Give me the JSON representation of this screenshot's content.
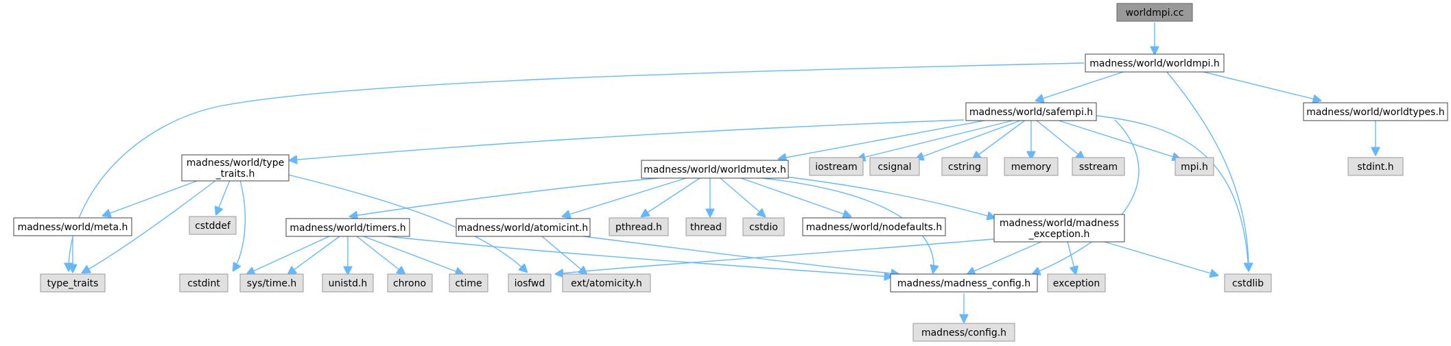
{
  "nodes": {
    "worldmpi_cc": "worldmpi.cc",
    "worldmpi_h": "madness/world/worldmpi.h",
    "safempi_h": "madness/world/safempi.h",
    "worldtypes_h": "madness/world/worldtypes.h",
    "stdint_h": "stdint.h",
    "type_traits_h_l1": "madness/world/type",
    "type_traits_h_l2": "_traits.h",
    "worldmutex_h": "madness/world/worldmutex.h",
    "iostream": "iostream",
    "csignal": "csignal",
    "cstring": "cstring",
    "memory": "memory",
    "sstream": "sstream",
    "mpi_h": "mpi.h",
    "meta_h": "madness/world/meta.h",
    "cstddef": "cstddef",
    "timers_h": "madness/world/timers.h",
    "atomicint_h": "madness/world/atomicint.h",
    "pthread_h": "pthread.h",
    "thread": "thread",
    "cstdio": "cstdio",
    "nodefaults_h": "madness/world/nodefaults.h",
    "madness_exception_h_l1": "madness/world/madness",
    "madness_exception_h_l2": "_exception.h",
    "type_traits": "type_traits",
    "cstdint": "cstdint",
    "sys_time_h": "sys/time.h",
    "unistd_h": "unistd.h",
    "chrono": "chrono",
    "ctime": "ctime",
    "iosfwd": "iosfwd",
    "ext_atomicity_h": "ext/atomicity.h",
    "madness_config_h": "madness/madness_config.h",
    "exception": "exception",
    "cstdlib": "cstdlib",
    "config_h": "madness/config.h"
  },
  "colors": {
    "edge": "#63b8ff",
    "root_fill": "#999999",
    "local_fill": "#ffffff",
    "external_fill": "#e0e0e0"
  }
}
